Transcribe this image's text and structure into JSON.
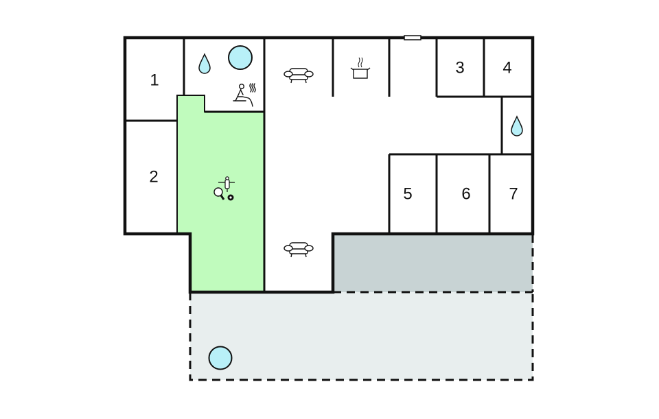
{
  "floorplan": {
    "colors": {
      "wall": "#111111",
      "room_fill": "#ffffff",
      "activity_room_fill": "#c0fbbd",
      "covered_terrace_fill": "#c8d3d4",
      "outdoor_terrace_fill": "#e8eeee",
      "water_fill": "#b8f0f8"
    },
    "rooms": [
      {
        "id": "1",
        "label": "1",
        "type": "bedroom"
      },
      {
        "id": "2",
        "label": "2",
        "type": "bedroom"
      },
      {
        "id": "3",
        "label": "3",
        "type": "bedroom"
      },
      {
        "id": "4",
        "label": "4",
        "type": "bedroom"
      },
      {
        "id": "5",
        "label": "5",
        "type": "bedroom"
      },
      {
        "id": "6",
        "label": "6",
        "type": "bedroom"
      },
      {
        "id": "7",
        "label": "7",
        "type": "bedroom"
      },
      {
        "id": "wellness",
        "label": "",
        "type": "bathroom-sauna-whirlpool",
        "icons": [
          "shower-icon",
          "whirlpool-icon",
          "sauna-icon"
        ]
      },
      {
        "id": "activity",
        "label": "",
        "type": "activity-room",
        "icons": [
          "table-tennis-icon",
          "table-football-icon",
          "billiards-icon"
        ]
      },
      {
        "id": "living-top",
        "label": "",
        "type": "living-room",
        "icons": [
          "sofa-icon"
        ]
      },
      {
        "id": "kitchen",
        "label": "",
        "type": "kitchen",
        "icons": [
          "cooking-pot-icon"
        ]
      },
      {
        "id": "bathroom-right",
        "label": "",
        "type": "bathroom",
        "icons": [
          "shower-icon"
        ]
      },
      {
        "id": "living-bottom",
        "label": "",
        "type": "living-room",
        "icons": [
          "sofa-icon"
        ]
      },
      {
        "id": "covered-terrace",
        "label": "",
        "type": "covered-terrace"
      },
      {
        "id": "terrace",
        "label": "",
        "type": "outdoor-terrace",
        "icons": [
          "pool-icon"
        ]
      }
    ]
  }
}
